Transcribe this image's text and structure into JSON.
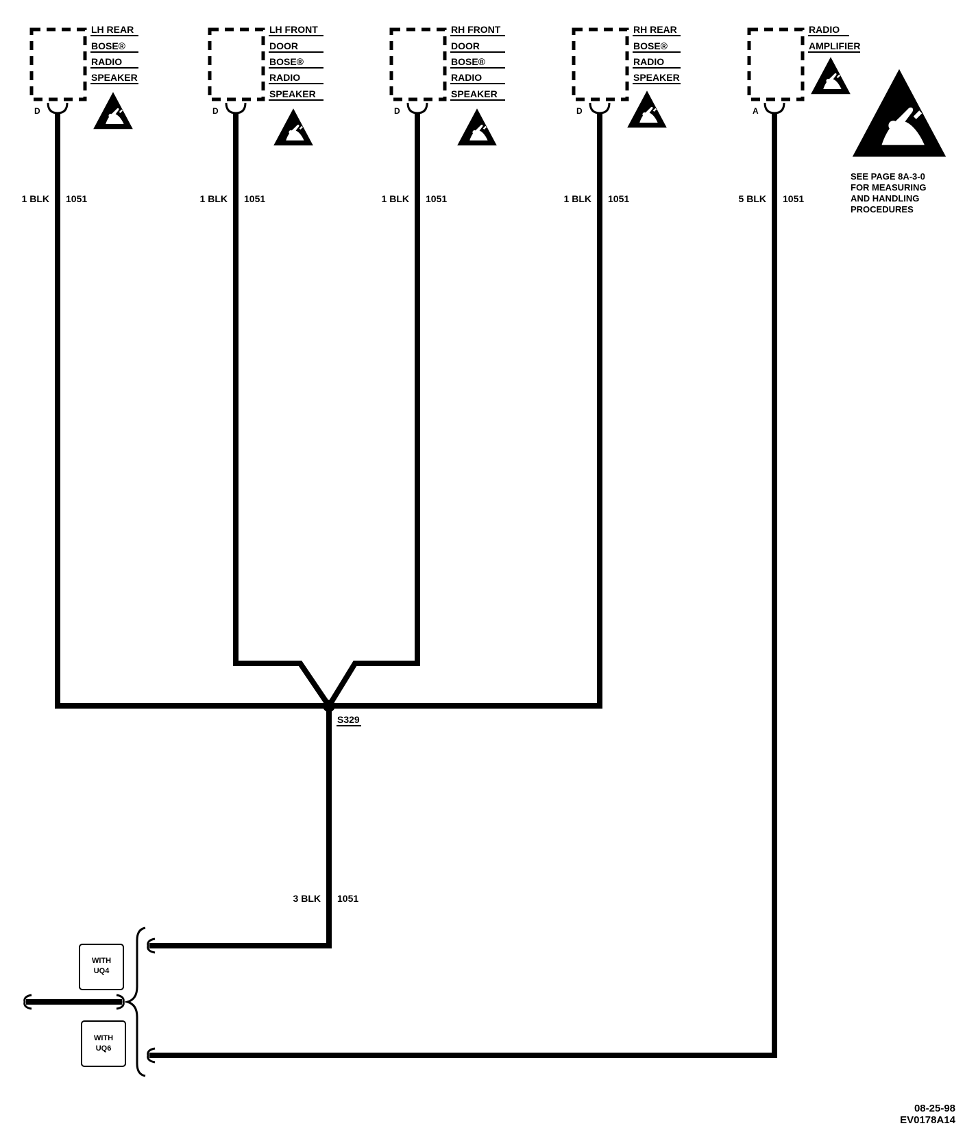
{
  "components": [
    {
      "label_lines": [
        "LH REAR",
        "BOSE®",
        "RADIO",
        "SPEAKER"
      ],
      "pin": "D"
    },
    {
      "label_lines": [
        "LH FRONT",
        "DOOR",
        "BOSE®",
        "RADIO",
        "SPEAKER"
      ],
      "pin": "D"
    },
    {
      "label_lines": [
        "RH FRONT",
        "DOOR",
        "BOSE®",
        "RADIO",
        "SPEAKER"
      ],
      "pin": "D"
    },
    {
      "label_lines": [
        "RH REAR",
        "BOSE®",
        "RADIO",
        "SPEAKER"
      ],
      "pin": "D"
    },
    {
      "label_lines": [
        "RADIO",
        "AMPLIFIER"
      ],
      "pin": "A"
    }
  ],
  "wires": [
    {
      "gauge_color": "1 BLK",
      "circuit": "1051"
    },
    {
      "gauge_color": "1 BLK",
      "circuit": "1051"
    },
    {
      "gauge_color": "1 BLK",
      "circuit": "1051"
    },
    {
      "gauge_color": "1 BLK",
      "circuit": "1051"
    },
    {
      "gauge_color": "5 BLK",
      "circuit": "1051"
    },
    {
      "gauge_color": "3 BLK",
      "circuit": "1051"
    }
  ],
  "splice": {
    "id": "S329"
  },
  "esd_note": {
    "lines": [
      "SEE PAGE 8A-3-0",
      "FOR MEASURING",
      "AND HANDLING",
      "PROCEDURES"
    ]
  },
  "options": [
    {
      "lines": [
        "WITH",
        "UQ4"
      ]
    },
    {
      "lines": [
        "WITH",
        "UQ6"
      ]
    }
  ],
  "footer": {
    "date": "08-25-98",
    "code": "EV0178A14"
  }
}
